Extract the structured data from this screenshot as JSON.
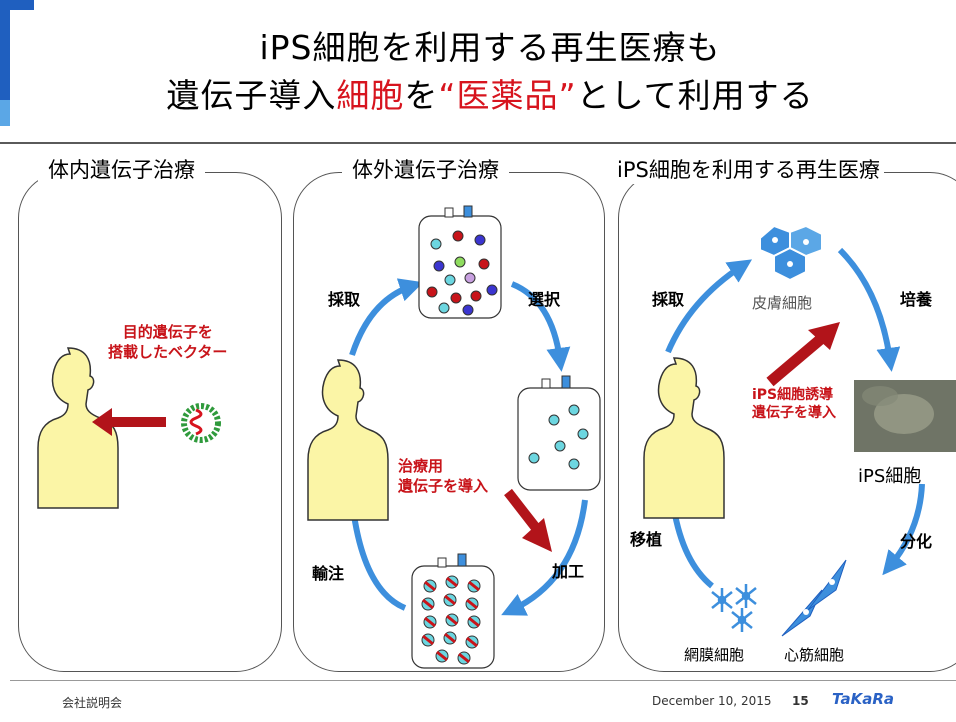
{
  "slide": {
    "title_line1": "iPS細胞を利用する再生医療も",
    "title_line2_a": "遺伝子導入",
    "title_line2_b": "細胞",
    "title_line2_c": "を",
    "title_line2_d": "“医薬品”",
    "title_line2_e": "として利用する"
  },
  "panels": {
    "in_vivo": {
      "label": "体内遺伝子治療",
      "vector_label": "目的遺伝子を\n搭載したベクター"
    },
    "ex_vivo": {
      "label": "体外遺伝子治療",
      "step_collect": "採取",
      "step_select": "選択",
      "step_process": "加工",
      "step_infuse": "輸注",
      "intro_label": "治療用\n遺伝子を導入"
    },
    "ips": {
      "label": "iPS細胞を利用する再生医療",
      "step_collect": "採取",
      "step_culture": "培養",
      "step_differentiate": "分化",
      "step_transplant": "移植",
      "skin_cell": "皮膚細胞",
      "ips_cell": "iPS細胞",
      "induce_label": "iPS細胞誘導\n遺伝子を導入",
      "retina_cell": "網膜細胞",
      "heart_cell": "心筋細胞"
    }
  },
  "footer": {
    "left": "会社説明会",
    "date": "December 10, 2015",
    "page": "15",
    "logo": "TaKaRa"
  },
  "colors": {
    "accent_blue": "#1f5fbf",
    "arrow_blue": "#3d8fdd",
    "red": "#c8141a",
    "figure_yellow": "#fbf5a6"
  }
}
